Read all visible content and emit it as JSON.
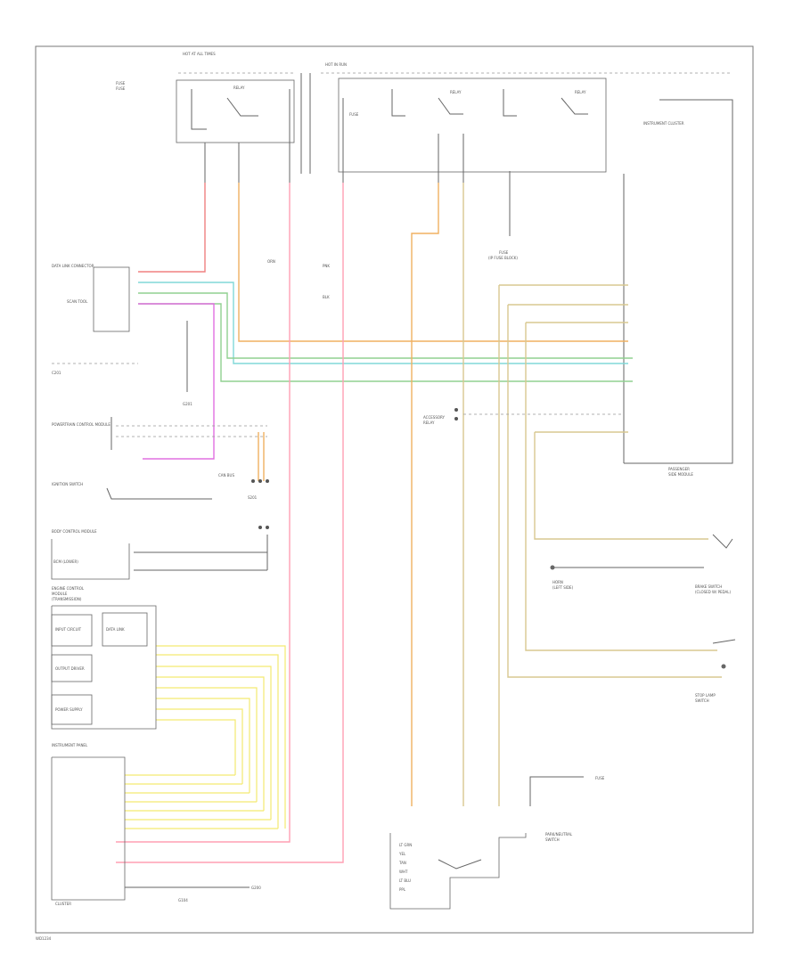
{
  "colors": {
    "red": "#f08080",
    "pink": "#ff9fb4",
    "orange": "#f0b060",
    "tan": "#d8c890",
    "green": "#90d090",
    "cyan": "#80d8d8",
    "magenta": "#e070e0",
    "yellow": "#f4ea70",
    "black": "#555555",
    "frame": "#777777"
  },
  "diagram": {
    "footer_code": "WD1234",
    "labels": {
      "hot_at_all_times": "HOT AT ALL TIMES",
      "hot_in_run": "HOT IN RUN",
      "fuse_a": "FUSE",
      "fuse_b": "FUSE",
      "radio_fuse": "FUSE",
      "relay_a": "RELAY",
      "relay_b": "RELAY",
      "relay_c": "RELAY",
      "data_link": "DATA LINK CONNECTOR",
      "scan_tool": "SCAN TOOL",
      "g_ground": "G201",
      "data_bus": "CAN BUS",
      "ign_switch": "IGNITION SWITCH",
      "pcm": "POWERTRAIN CONTROL MODULE",
      "body_module": "BODY CONTROL MODULE",
      "bcm_lower": "BCM (LOWER)",
      "ecu_a": "ENGINE CONTROL",
      "ecu_sub": "MODULE",
      "ecu_sub2": "(TRANSMISSION)",
      "ecu_box_a": "INPUT CIRCUIT",
      "ecu_box_b": "DATA LINK",
      "ecu_box_c": "OUTPUT DRIVER",
      "ecu_box_d": "POWER SUPPLY",
      "instrument_cluster": "INSTRUMENT CLUSTER",
      "cluster_mod": "INSTRUMENT PANEL",
      "cluster_mod2": "CLUSTER",
      "pass_module": "PASSENGER",
      "pass_module2": "SIDE MODULE",
      "brake_sw": "BRAKE SWITCH",
      "brake_sw2": "(CLOSED W/ PEDAL)",
      "horn": "HORN",
      "horn2": "(LEFT SIDE)",
      "stop_lamp": "STOP LAMP",
      "stop_lamp2": "SWITCH",
      "park_sw": "PARK/NEUTRAL",
      "park_sw2": "SWITCH",
      "fuse_note": "FUSE",
      "fuse_note2": "(IP FUSE BLOCK)",
      "accessory": "ACCESSORY",
      "accessory2": "RELAY",
      "ground_a": "G104",
      "ground_b": "G200",
      "wire_pk": "PNK",
      "wire_or": "ORN",
      "wire_bk": "BLK",
      "wire_gn": "LT GRN",
      "wire_ye": "YEL",
      "wire_tn": "TAN",
      "wire_wh": "WHT",
      "wire_bl": "LT BLU",
      "wire_vt": "PPL",
      "connector": "C201",
      "splice": "S201"
    }
  }
}
